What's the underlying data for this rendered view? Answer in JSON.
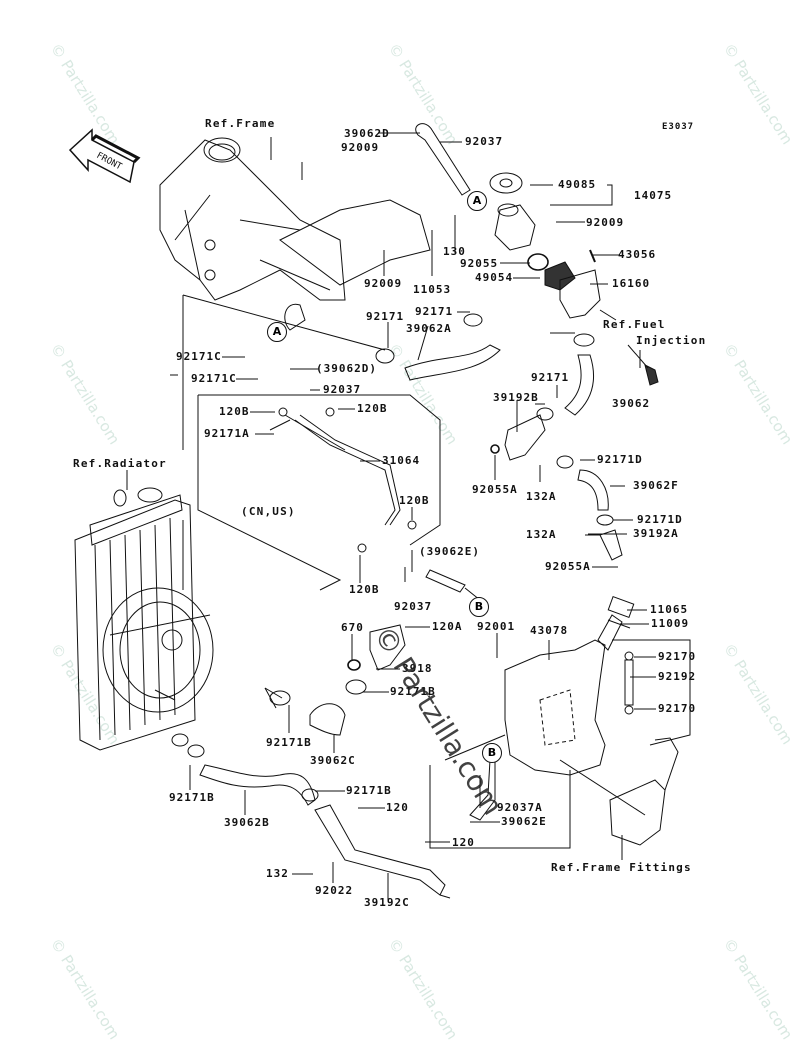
{
  "diagram": {
    "code": "E3037",
    "front_label": "FRONT",
    "references": {
      "frame": "Ref.Frame",
      "radiator": "Ref.Radiator",
      "fuel_injection_1": "Ref.Fuel",
      "fuel_injection_2": "Injection",
      "frame_fittings": "Ref.Frame Fittings"
    },
    "region_note": "(CN,US)",
    "connectors": {
      "a": "A",
      "b": "B"
    },
    "watermark": "© Partzilla.com",
    "parts": {
      "p39062D": "39062D",
      "p92037_top": "92037",
      "p92009_a": "92009",
      "p49085": "49085",
      "p14075": "14075",
      "p92009_b": "92009",
      "p130": "130",
      "p43056": "43056",
      "p92055": "92055",
      "p49054": "49054",
      "p16160": "16160",
      "p92009_c": "92009",
      "p11053": "11053",
      "p92171_a": "92171",
      "p92171_b": "92171",
      "p39062A": "39062A",
      "p92171C_a": "92171C",
      "p92171C_b": "92171C",
      "p39062D_paren": "(39062D)",
      "p92037_mid": "92037",
      "p120B_a": "120B",
      "p120B_b": "120B",
      "p92171A": "92171A",
      "p31064": "31064",
      "p92171_c": "92171",
      "p39192B": "39192B",
      "p39062": "39062",
      "p92055A_a": "92055A",
      "p132A_a": "132A",
      "p92171D_a": "92171D",
      "p39062F": "39062F",
      "p92171D_b": "92171D",
      "p132A_b": "132A",
      "p39192A": "39192A",
      "p92055A_b": "92055A",
      "p120B_c": "120B",
      "p120B_d": "120B",
      "p39062E_paren": "(39062E)",
      "p92037_low": "92037",
      "p11065": "11065",
      "p11009": "11009",
      "p92001": "92001",
      "p43078": "43078",
      "p670": "670",
      "p120A": "120A",
      "p3918x": "3918",
      "p92171B_a": "92171B",
      "p92170_a": "92170",
      "p92192": "92192",
      "p92170_b": "92170",
      "p92171B_b": "92171B",
      "p39062C": "39062C",
      "p92171B_c": "92171B",
      "p92171B_d": "92171B",
      "p39062B": "39062B",
      "p120_a": "120",
      "p92037A": "92037A",
      "p39062E": "39062E",
      "p120_b": "120",
      "p132": "132",
      "p92022": "92022",
      "p39192C": "39192C"
    }
  }
}
